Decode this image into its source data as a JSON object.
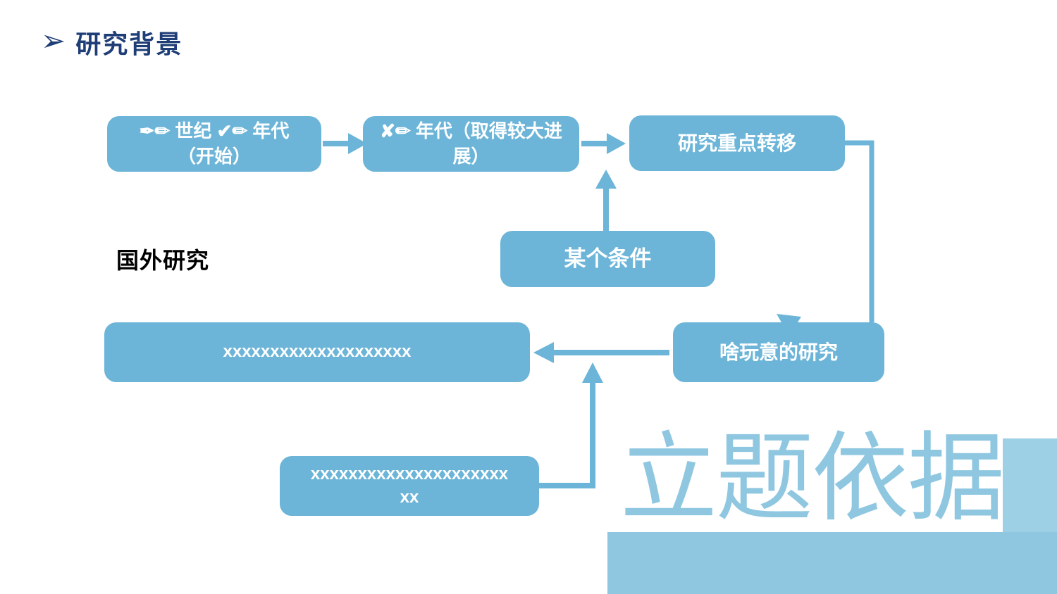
{
  "slide": {
    "title": {
      "bullet": "➢",
      "text": "研究背景"
    },
    "section_label": "国外研究",
    "watermark": "立题依据",
    "colors": {
      "box_fill": "#6CB5D8",
      "box_text": "#FFFFFF",
      "title_text": "#1F3D76",
      "watermark_blue": "#8FC7E1",
      "corner_rect_blue": "#9DCFE5",
      "label_text": "#000000"
    },
    "flow": {
      "box_start": "✒✏ 世纪 ✔✏ 年代（开始）",
      "box_progress": "✘✏ 年代（取得较大进展）",
      "box_shift": "研究重点转移",
      "box_condition": "某个条件",
      "box_some_research": "啥玩意的研究",
      "box_placeholder_wide": "xxxxxxxxxxxxxxxxxxxx",
      "box_placeholder_bottom": "xxxxxxxxxxxxxxxxxxxxxxx"
    }
  }
}
